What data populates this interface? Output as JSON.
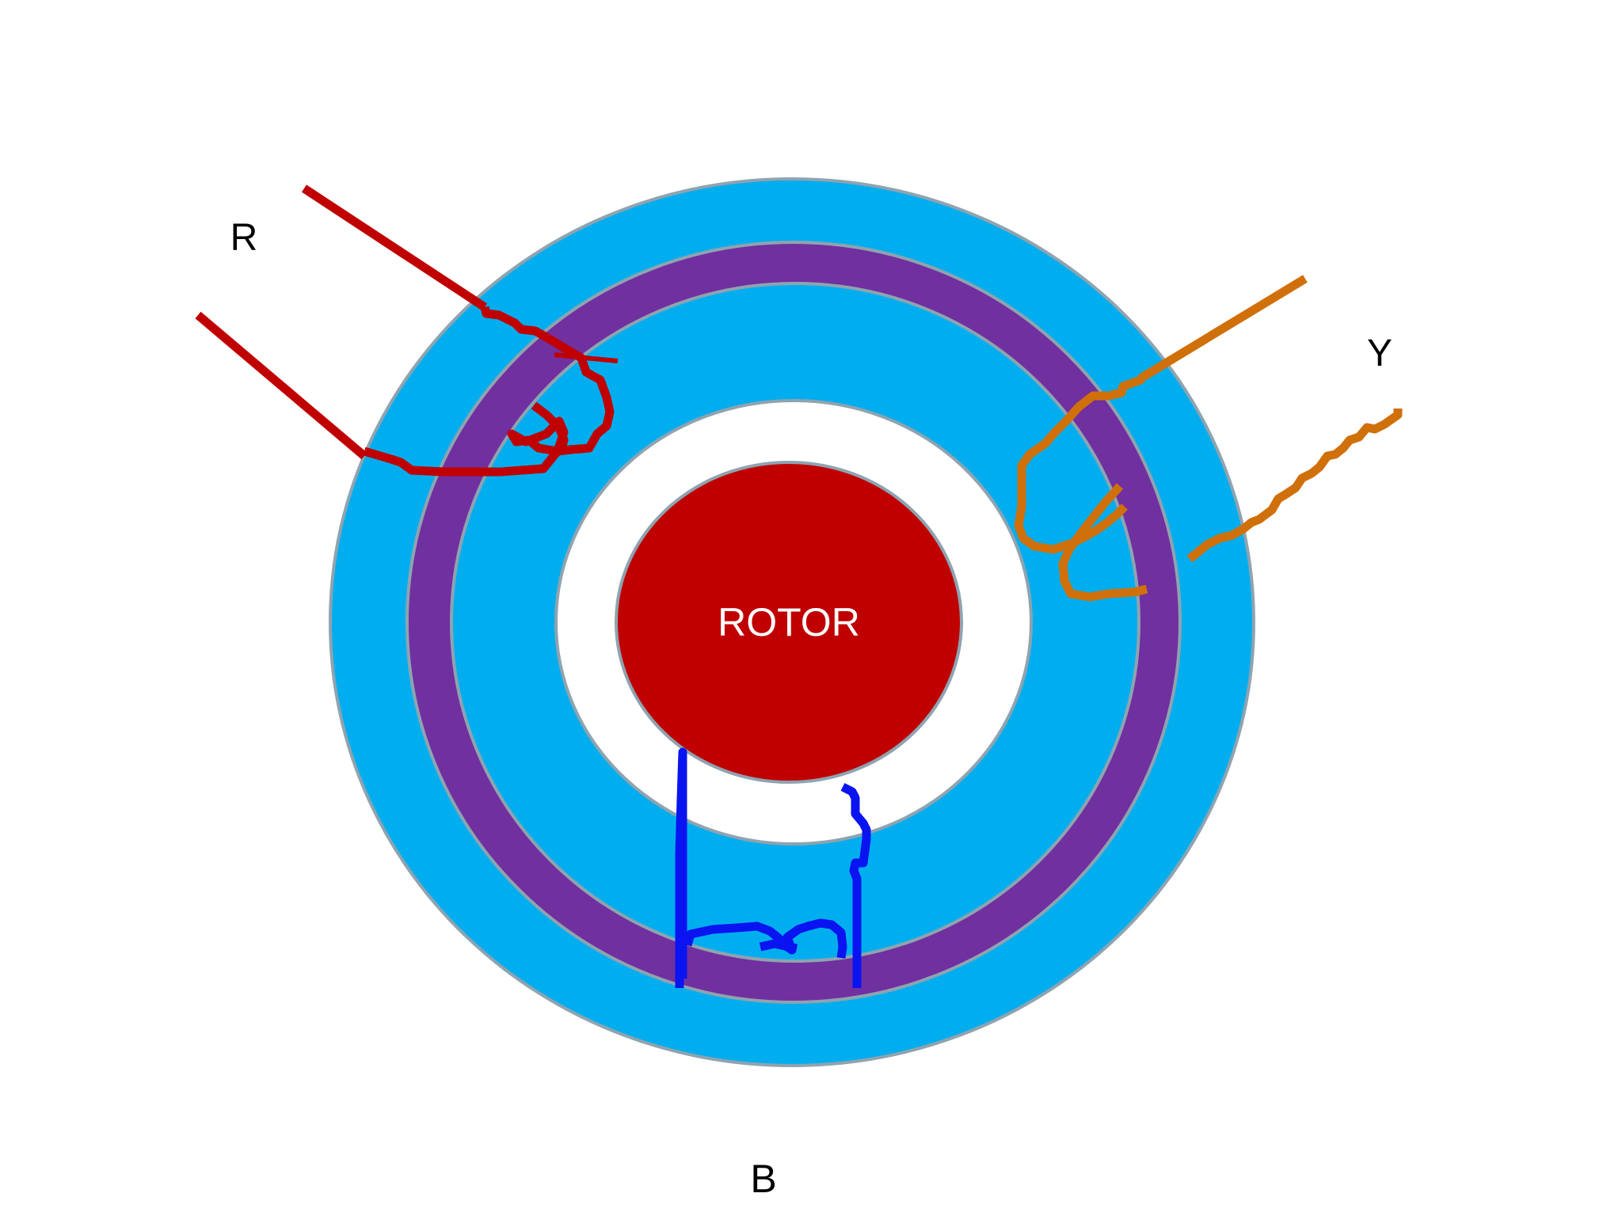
{
  "labels": {
    "rotor": "ROTOR",
    "phase_r": "R",
    "phase_y": "Y",
    "phase_b": "B"
  },
  "colors": {
    "background": "#ffffff",
    "stator": "#00AEEF",
    "stator_outline": "#8FA3B0",
    "winding_band": "#7030A0",
    "air_gap": "#ffffff",
    "rotor": "#C00000",
    "rotor_text": "#ffffff",
    "phase_r": "#C00000",
    "phase_y": "#D0700A",
    "phase_b": "#0A14F0",
    "label_text": "#000000"
  }
}
